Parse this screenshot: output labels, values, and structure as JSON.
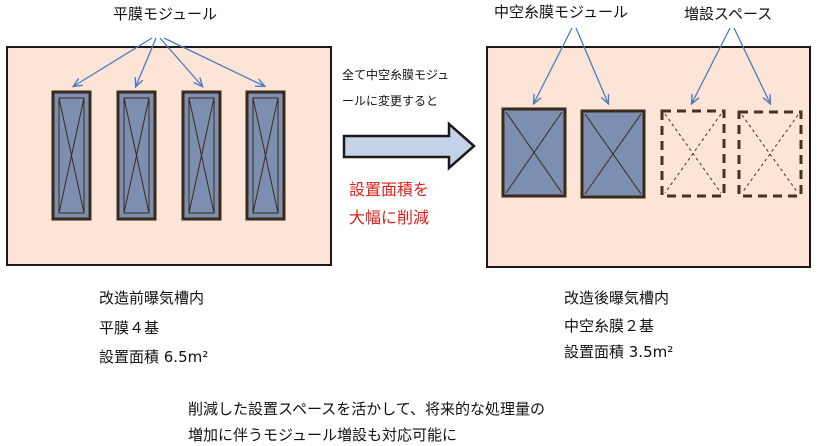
{
  "left": {
    "callout": "平膜モジュール",
    "caption": [
      "改造前曝気槽内",
      "平膜４基",
      "設置面積 6.5m²"
    ]
  },
  "right": {
    "callout_module": "中空糸膜モジュール",
    "callout_space": "増設スペース",
    "caption": [
      "改造後曝気槽内",
      "中空糸膜２基",
      "設置面積 3.5m²"
    ]
  },
  "arrow_note": [
    "全て中空糸膜モジュ",
    "ールに変更すると"
  ],
  "highlight": [
    "設置面積を",
    "大幅に削減"
  ],
  "footer": [
    "削減した設置スペースを活かして、将来的な処理量の",
    "増加に伴うモジュール増設も対応可能に"
  ],
  "colors": {
    "panel_bg": "#fce4d6",
    "module_fill": "#7d8fb0",
    "callout_line": "#4a7cc0",
    "arrow_fill": "#c5d3ea",
    "arrow_stroke": "#1a1a1a",
    "highlight_text": "#e0201c",
    "dashed_box": "#4a3020"
  }
}
